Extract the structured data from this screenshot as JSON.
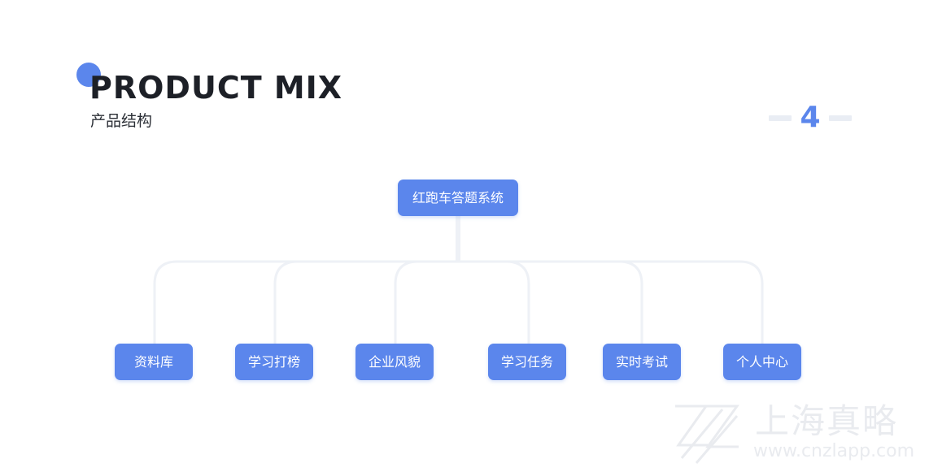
{
  "header": {
    "title": "PRODUCT MIX",
    "subtitle": "产品结构",
    "page_number": "4"
  },
  "diagram": {
    "root": "红跑车答题系统",
    "children": [
      "资料库",
      "学习打榜",
      "企业风貌",
      "学习任务",
      "实时考试",
      "个人中心"
    ]
  },
  "colors": {
    "accent": "#5b86ec",
    "connector": "#eef1f6",
    "title": "#1d2027"
  },
  "watermark": {
    "name": "上海真略",
    "url": "www.cnzlapp.com"
  }
}
